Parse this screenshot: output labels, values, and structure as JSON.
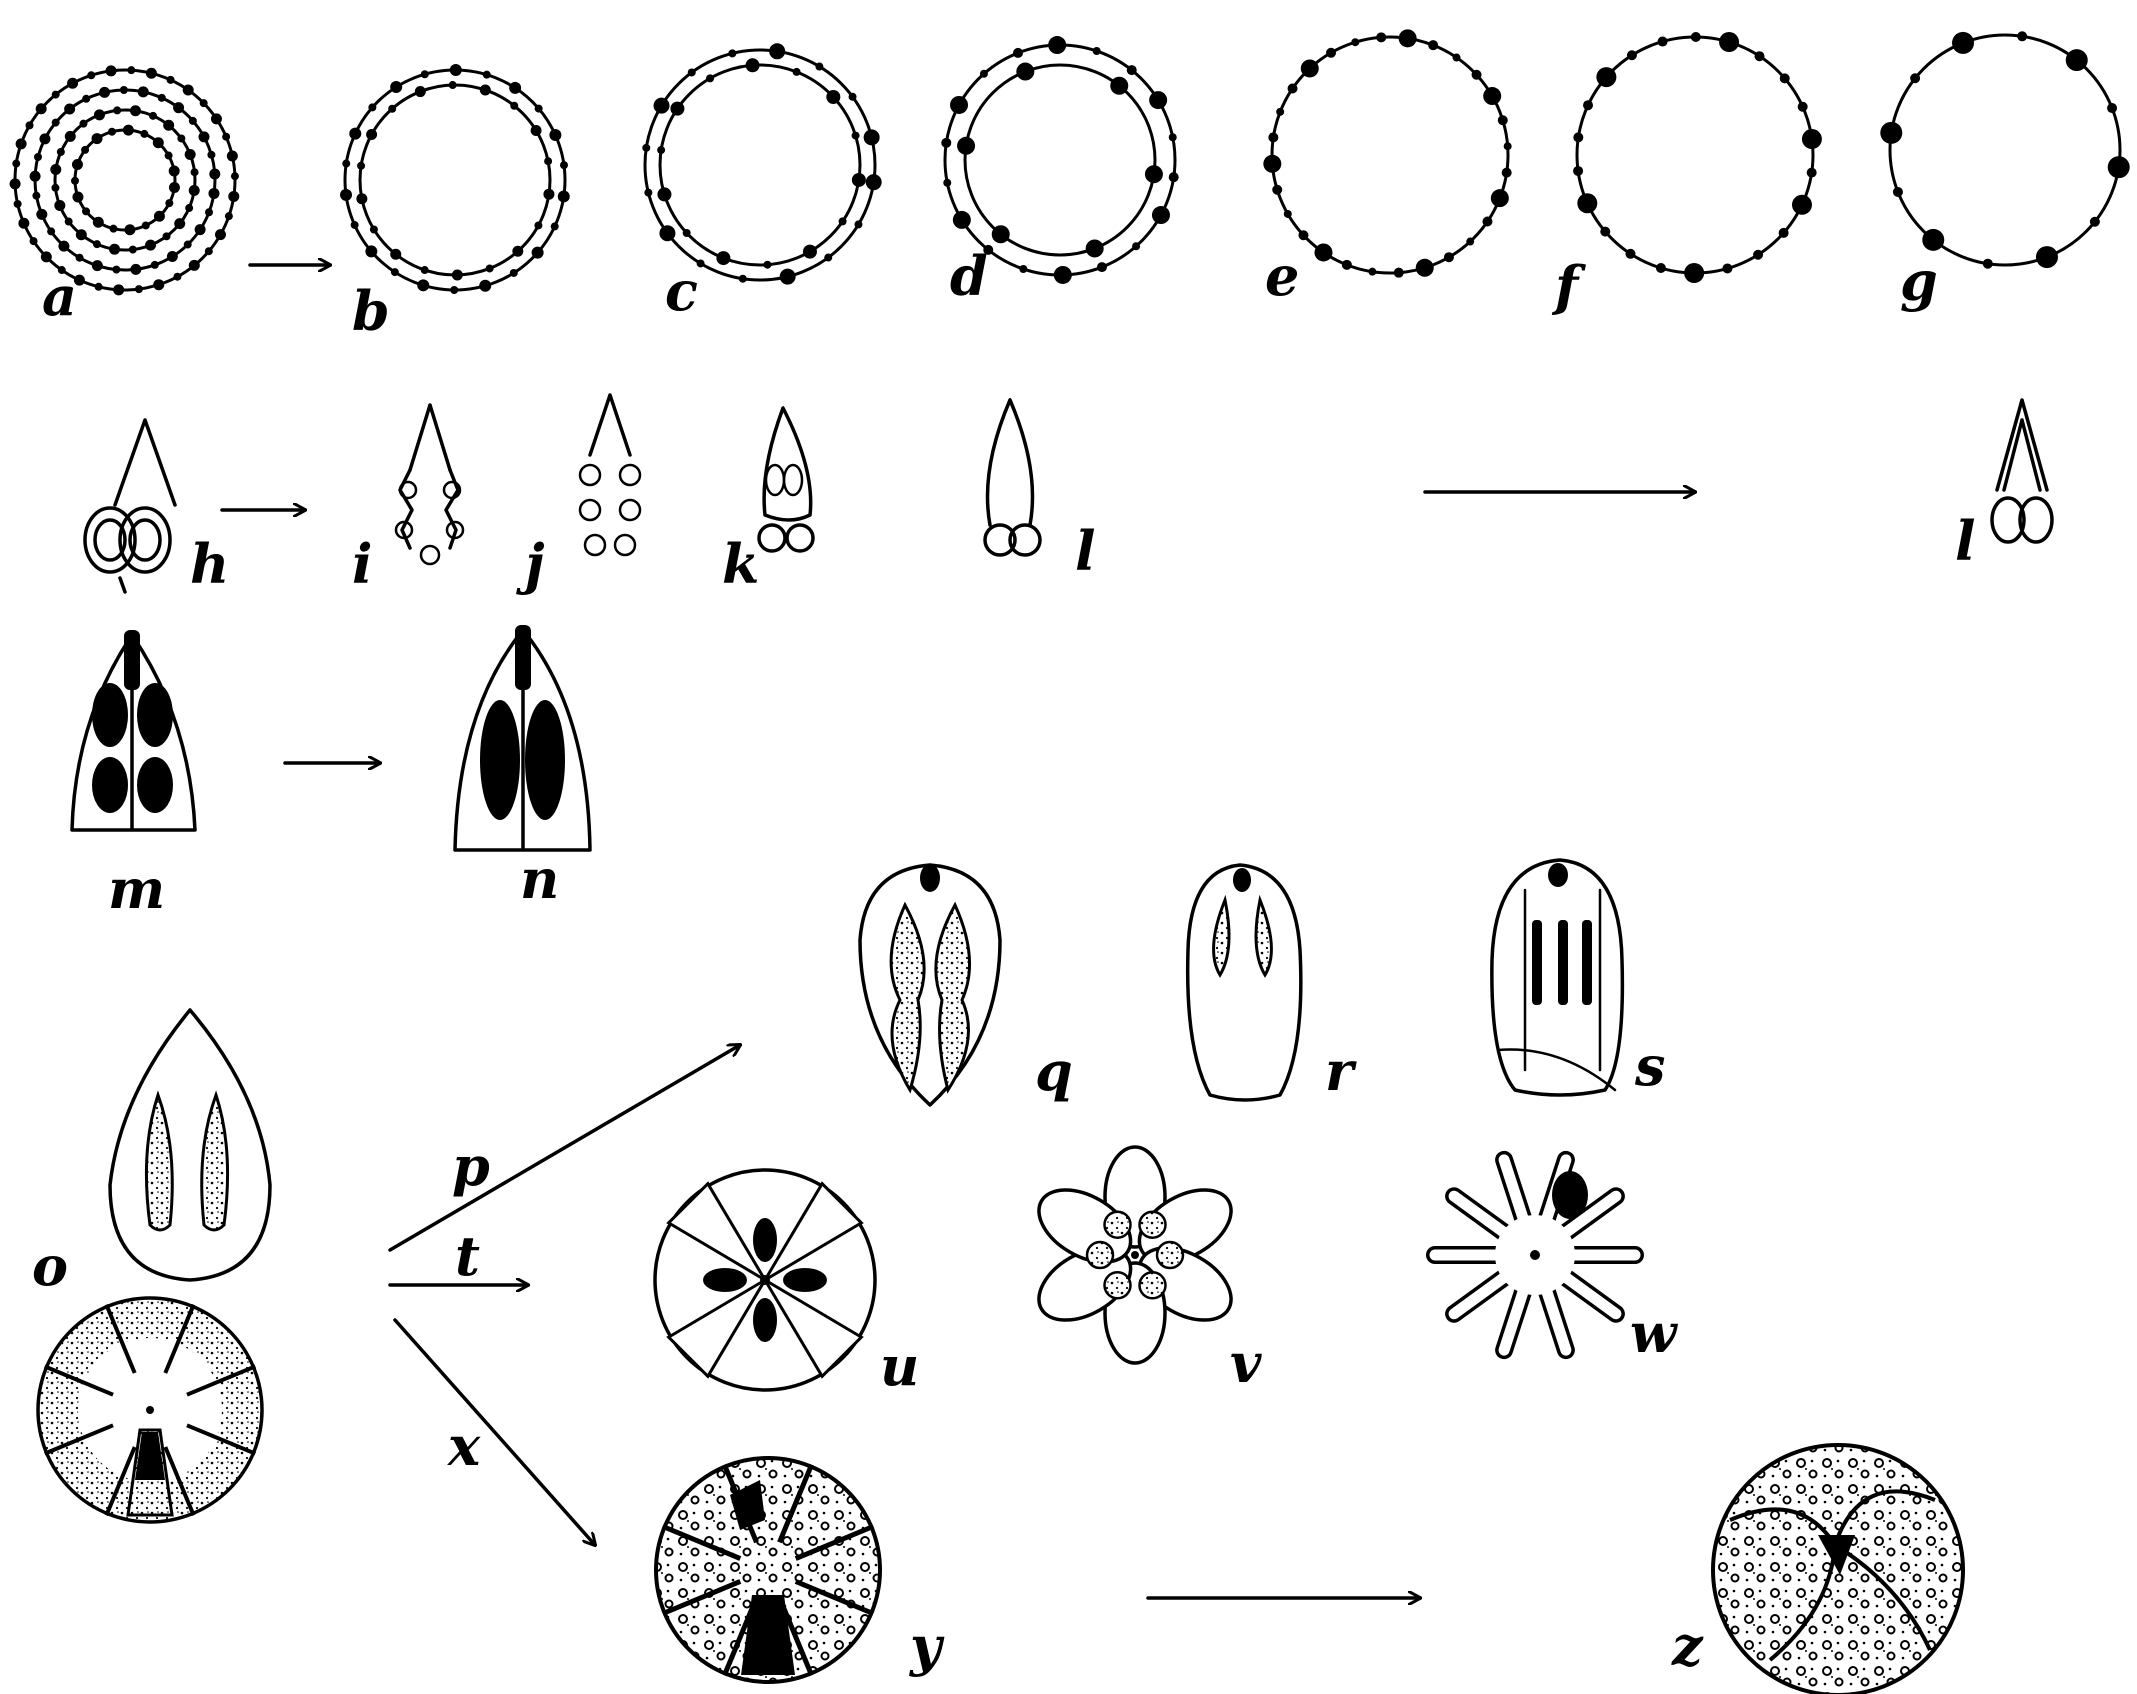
{
  "labels": {
    "a": "a",
    "b": "b",
    "c": "c",
    "d": "d",
    "e": "e",
    "f": "f",
    "g": "g",
    "h": "h",
    "i": "i",
    "j": "j",
    "k": "k",
    "l1": "l",
    "l2": "l",
    "m": "m",
    "n": "n",
    "o": "o",
    "p": "p",
    "q": "q",
    "r": "r",
    "s": "s",
    "t": "t",
    "u": "u",
    "v": "v",
    "w": "w",
    "x": "x",
    "y": "y",
    "z": "z"
  },
  "colors": {
    "ink": "#000000",
    "paper": "#ffffff"
  }
}
